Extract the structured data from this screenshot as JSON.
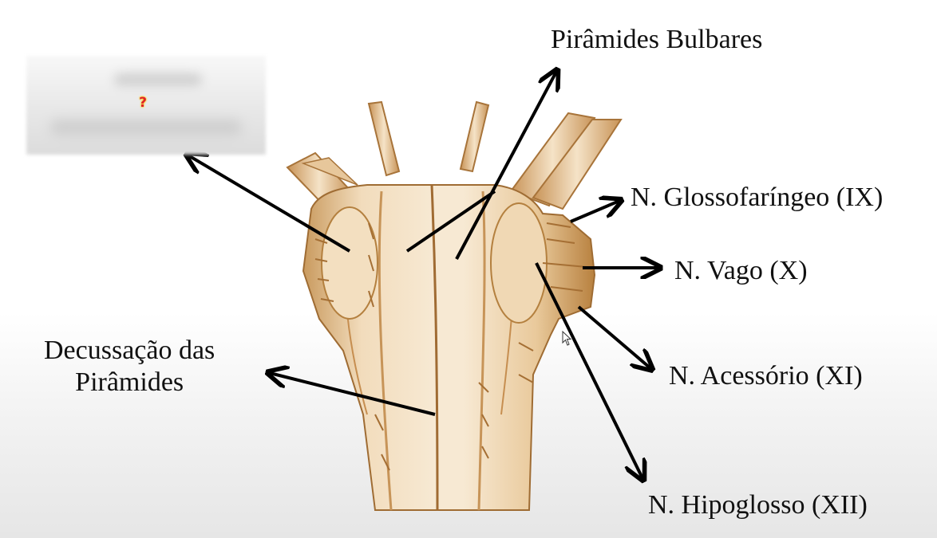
{
  "labels": {
    "piramides_bulbares": "Pirâmides Bulbares",
    "glossofaringeo": "N. Glossofaríngeo (IX)",
    "vago": "N. Vago (X)",
    "acessorio": "N. Acessório (XI)",
    "hipoglosso": "N. Hipoglosso (XII)",
    "decussacao_line1": "Decussação das",
    "decussacao_line2": "Pirâmides"
  },
  "hidden_label": {
    "icon": "question-mark-icon",
    "symbol": "?"
  },
  "colors": {
    "tissue": "#e8c9a0",
    "tissue_dark": "#b07a3c",
    "tissue_light": "#f6e6cd",
    "arrow": "#000000"
  }
}
